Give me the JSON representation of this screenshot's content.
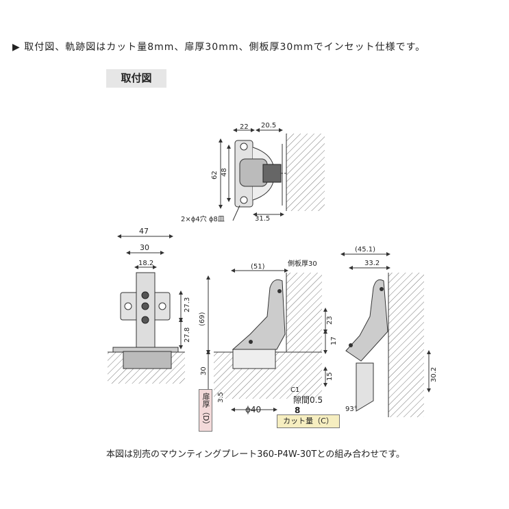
{
  "header_note": "▶ 取付図、軌跡図はカット量8mm、扉厚30mm、側板厚30mmでインセット仕様です。",
  "section_title": "取付図",
  "footer_note": "本図は別売のマウンティングプレート360-P4W-30Tとの組み合わせです。",
  "labels": {
    "top_22": "22",
    "top_20_5": "20.5",
    "top_62": "62",
    "top_48": "48",
    "top_31_5": "31.5",
    "holes": "2×ϕ4穴 ϕ8皿",
    "left_47": "47",
    "left_30": "30",
    "left_18_2": "18.2",
    "left_27_3": "27.3",
    "left_27_8": "27.8",
    "mid_51": "(51)",
    "side_thickness": "側板厚30",
    "mid_69": "(69)",
    "mid_23": "23",
    "mid_17": "17",
    "mid_30": "30",
    "mid_15": "15",
    "mid_3_5": "3.5",
    "mid_c1": "C1",
    "gap": "隙間0.5",
    "phi40": "ϕ40",
    "mid_8": "8",
    "cut_amount": "カット量（C）",
    "door_thickness": "扉厚（D）",
    "right_45_1": "(45.1)",
    "right_33_2": "33.2",
    "right_30_2": "30.2",
    "right_93": "93°"
  },
  "colors": {
    "line": "#333333",
    "hatch": "#777777",
    "part_fill": "#e2e2e2",
    "part_dark": "#9a9a9a",
    "cut_tag": "#f6eec0",
    "door_tag": "#f3dada"
  }
}
